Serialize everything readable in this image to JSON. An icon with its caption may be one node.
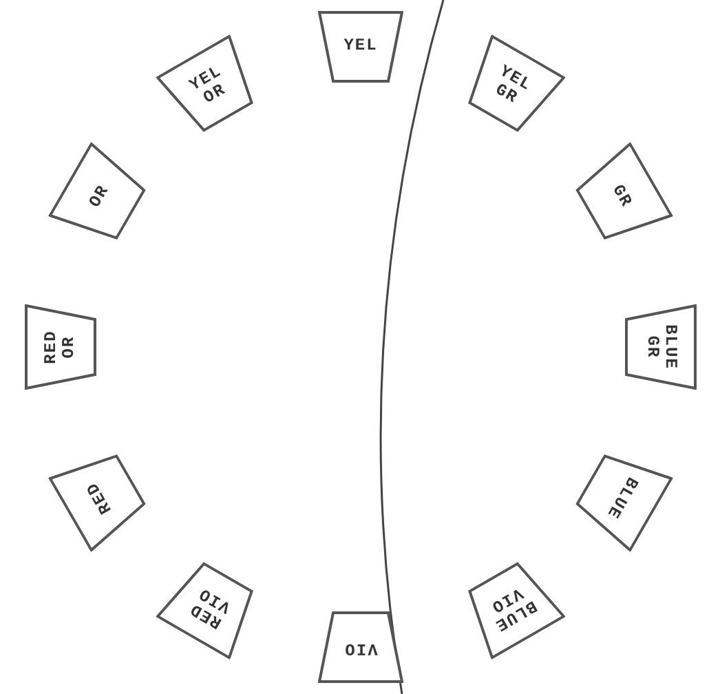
{
  "diagram": {
    "nodes": [
      {
        "text": [
          "YEL"
        ]
      },
      {
        "text": [
          "YEL GR"
        ]
      },
      {
        "text": [
          "GR"
        ]
      },
      {
        "text": [
          "BLUE GR"
        ]
      },
      {
        "text": [
          "BLUE"
        ]
      },
      {
        "text": [
          "BLUE VIO"
        ]
      },
      {
        "text": [
          "VIO"
        ]
      },
      {
        "text": [
          "RED VIO"
        ]
      },
      {
        "text": [
          "RED"
        ]
      },
      {
        "text": [
          "RED OR"
        ]
      },
      {
        "text": [
          "OR"
        ]
      },
      {
        "text": [
          "YEL OR"
        ]
      }
    ]
  }
}
